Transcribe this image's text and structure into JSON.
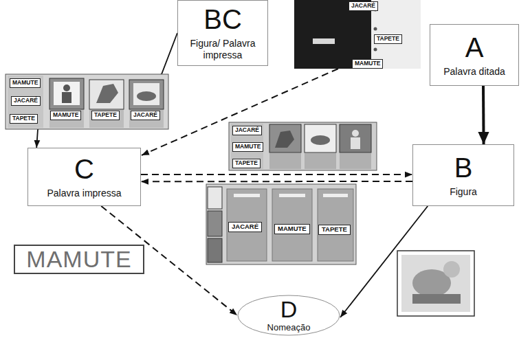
{
  "diagram": {
    "nodes": [
      {
        "text": [
          "BC",
          "Figura/ Palavra impressa"
        ]
      },
      {
        "text": [
          "A",
          "Palavra ditada"
        ]
      },
      {
        "text": [
          "C",
          "Palavra impressa"
        ]
      },
      {
        "text": [
          "B",
          "Figura"
        ]
      },
      {
        "text": [
          "D",
          "Nomeação"
        ]
      }
    ],
    "edges": [
      {
        "from": 0,
        "to": 2,
        "arrow": "to"
      },
      {
        "from": 1,
        "to": 3,
        "arrow": "to"
      },
      {
        "from": 2,
        "to": 3,
        "arrow": "to"
      },
      {
        "from": 3,
        "to": 2,
        "arrow": "to"
      },
      {
        "from": 2,
        "to": 4,
        "arrow": "to"
      },
      {
        "from": 3,
        "to": 4,
        "arrow": "to"
      }
    ],
    "labels": [
      "JACARÉ",
      "TAPETE",
      "MAMUTE",
      "MAMUTE",
      "JACARÉ",
      "TAPETE",
      "MAMUTE",
      "TAPETE",
      "JACARÉ",
      "JACARÉ",
      "MAMUTE",
      "TAPETE",
      "JACARÉ",
      "MAMUTE",
      "TAPETE",
      "MAMUTE"
    ]
  }
}
